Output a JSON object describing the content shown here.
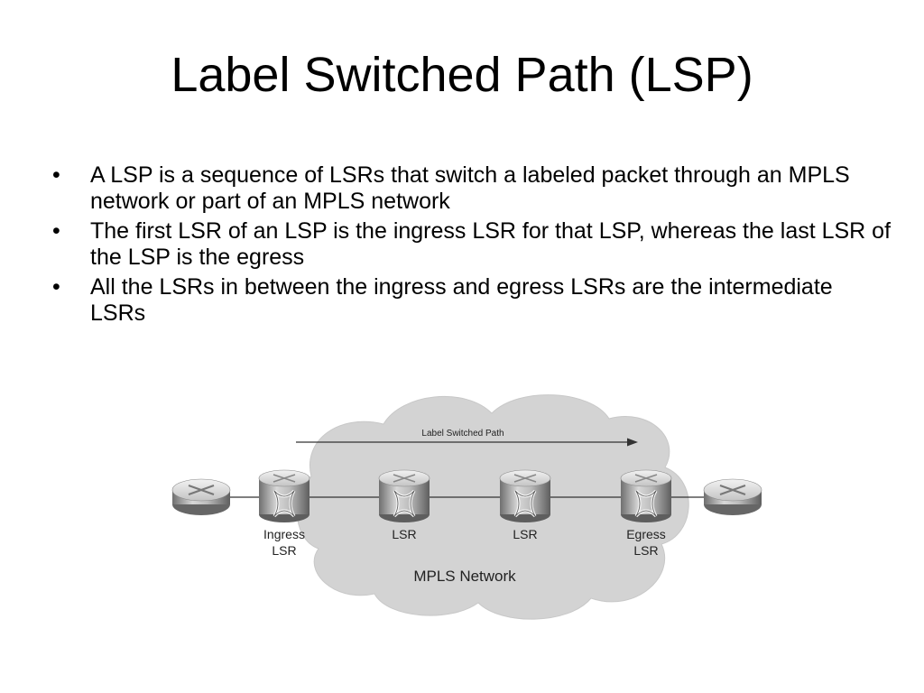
{
  "slide": {
    "title": "Label Switched Path (LSP)",
    "bullet_glyph": "•",
    "bullets": [
      "A LSP is a sequence of LSRs that switch a labeled packet through an MPLS network or part of an MPLS network",
      "The first LSR of an LSP is the ingress LSR for that LSP, whereas the last LSR of the LSP is the egress",
      "All the LSRs in between the ingress and egress LSRs are the intermediate LSRs"
    ]
  },
  "diagram": {
    "path_label": "Label Switched Path",
    "network_label": "MPLS Network",
    "nodes": [
      {
        "line1": "Ingress",
        "line2": "LSR"
      },
      {
        "line1": "LSR",
        "line2": ""
      },
      {
        "line1": "LSR",
        "line2": ""
      },
      {
        "line1": "Egress",
        "line2": "LSR"
      }
    ],
    "icons": {
      "edge_router": "router-icon",
      "label_switch_router": "atm-switch-router-icon",
      "cloud": "cloud-icon",
      "arrow": "arrow-right-icon"
    },
    "colors": {
      "cloud": "#d3d3d3",
      "device_light": "#d9d9d9",
      "device_dark": "#7a7a7a",
      "line": "#333333"
    }
  }
}
